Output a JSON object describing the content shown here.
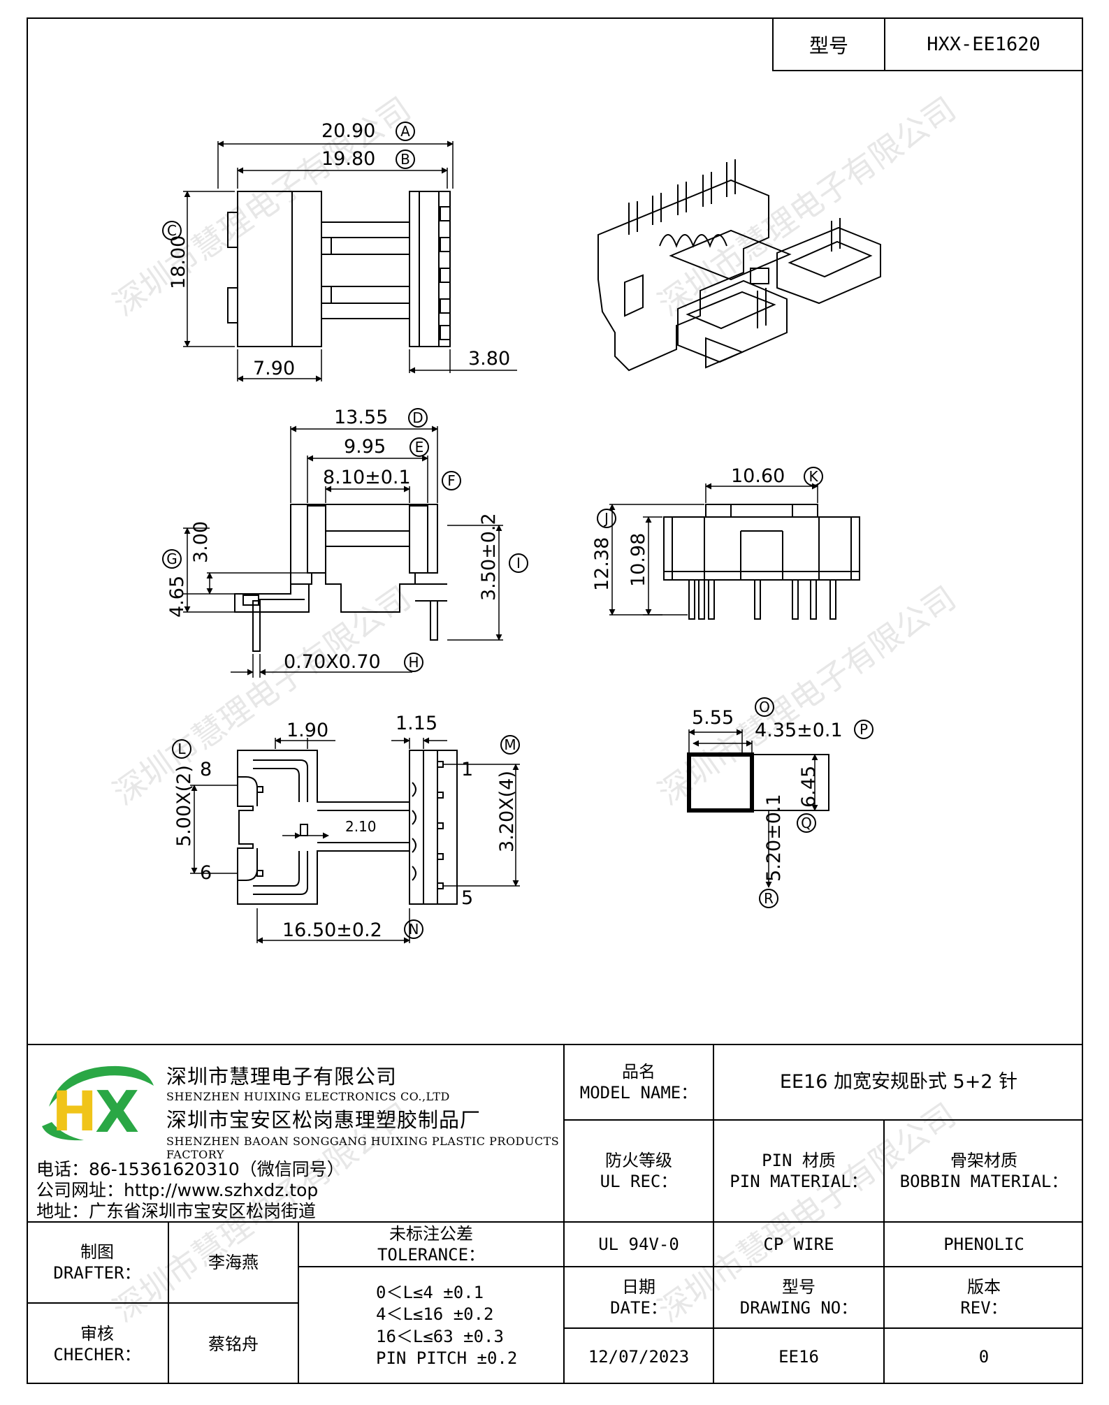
{
  "header": {
    "model_label": "型号",
    "model_value": "HXX-EE1620"
  },
  "watermark": "深圳市慧理电子有限公司",
  "dims": {
    "a": "20.90",
    "a_tag": "A",
    "b": "19.80",
    "b_tag": "B",
    "c": "18.00",
    "c_tag": "C",
    "w790": "7.90",
    "w380": "3.80",
    "d": "13.55",
    "d_tag": "D",
    "e": "9.95",
    "e_tag": "E",
    "f_dim": "8.10±0.1",
    "f_tag": "F",
    "g": "3.00",
    "g_tag": "G",
    "h465": "4.65",
    "i": "3.50±0.2",
    "i_tag": "I",
    "h": "0.70X0.70",
    "h_tag": "H",
    "j": "12.38",
    "j_tag": "J",
    "j2": "10.98",
    "k": "10.60",
    "k_tag": "K",
    "l_top": "1.90",
    "l": "5.00X(2)",
    "l_tag": "L",
    "pin8": "8",
    "pin6": "6",
    "s": "2.10",
    "m_top": "1.15",
    "m": "3.20X(4)",
    "m_tag": "M",
    "pin1": "1",
    "pin5": "5",
    "n": "16.50±0.2",
    "n_tag": "N",
    "o": "5.55",
    "o_tag": "O",
    "p": "4.35±0.1",
    "p_tag": "P",
    "q": "6.45",
    "q_tag": "Q",
    "r": "5.20±0.1",
    "r_tag": "R"
  },
  "titleblock": {
    "logo_text": "HX",
    "company_cn": "深圳市慧理电子有限公司",
    "company_en": "SHENZHEN HUIXING ELECTRONICS CO.,LTD",
    "factory_cn": "深圳市宝安区松岗惠理塑胶制品厂",
    "factory_en": "SHENZHEN BAOAN SONGGANG HUIXING PLASTIC PRODUCTS FACTORY",
    "phone": "电话：86-15361620310（微信同号）",
    "website": "公司网址：http://www.szhxdz.top",
    "address": "地址：广东省深圳市宝安区松岗街道",
    "model_name_cn": "品名",
    "model_name_en": "MODEL NAME：",
    "model_name_value": "EE16 加宽安规卧式 5+2 针",
    "ul_cn": "防火等级",
    "ul_en": "UL REC：",
    "pin_cn": "PIN 材质",
    "pin_en": "PIN MATERIAL：",
    "bobbin_cn": "骨架材质",
    "bobbin_en": "BOBBIN MATERIAL：",
    "ul_value": "UL 94V-0",
    "pin_value": "CP WIRE",
    "bobbin_value": "PHENOLIC",
    "drafter_cn": "制图",
    "drafter_en": "DRAFTER：",
    "drafter_name": "李海燕",
    "checker_cn": "审核",
    "checker_en": "CHECHER：",
    "checker_name": "蔡铭舟",
    "tol_cn": "未标注公差",
    "tol_en": "TOLERANCE：",
    "tol_lines": [
      "0＜L≤4  ±0.1",
      "4＜L≤16 ±0.2",
      "16＜L≤63 ±0.3",
      "PIN PITCH ±0.2"
    ],
    "date_cn": "日期",
    "date_en": "DATE：",
    "drawing_cn": "型号",
    "drawing_en": "DRAWING NO：",
    "rev_cn": "版本",
    "rev_en": "REV：",
    "date_value": "12/07/2023",
    "drawing_value": "EE16",
    "rev_value": "0"
  }
}
